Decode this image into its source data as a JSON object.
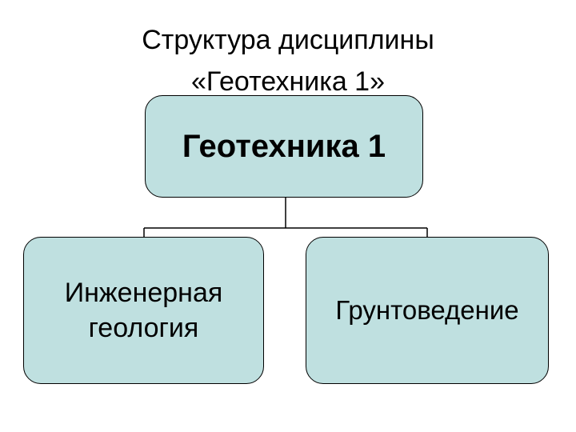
{
  "title": {
    "line1": "Структура дисциплины",
    "line2": "«Геотехника 1»"
  },
  "tree": {
    "root": "Геотехника 1",
    "children": [
      "Инженерная геология",
      "Грунтоведение"
    ]
  },
  "colors": {
    "node_fill": "#bfe0e0",
    "node_border": "#000000",
    "connector": "#000000"
  }
}
